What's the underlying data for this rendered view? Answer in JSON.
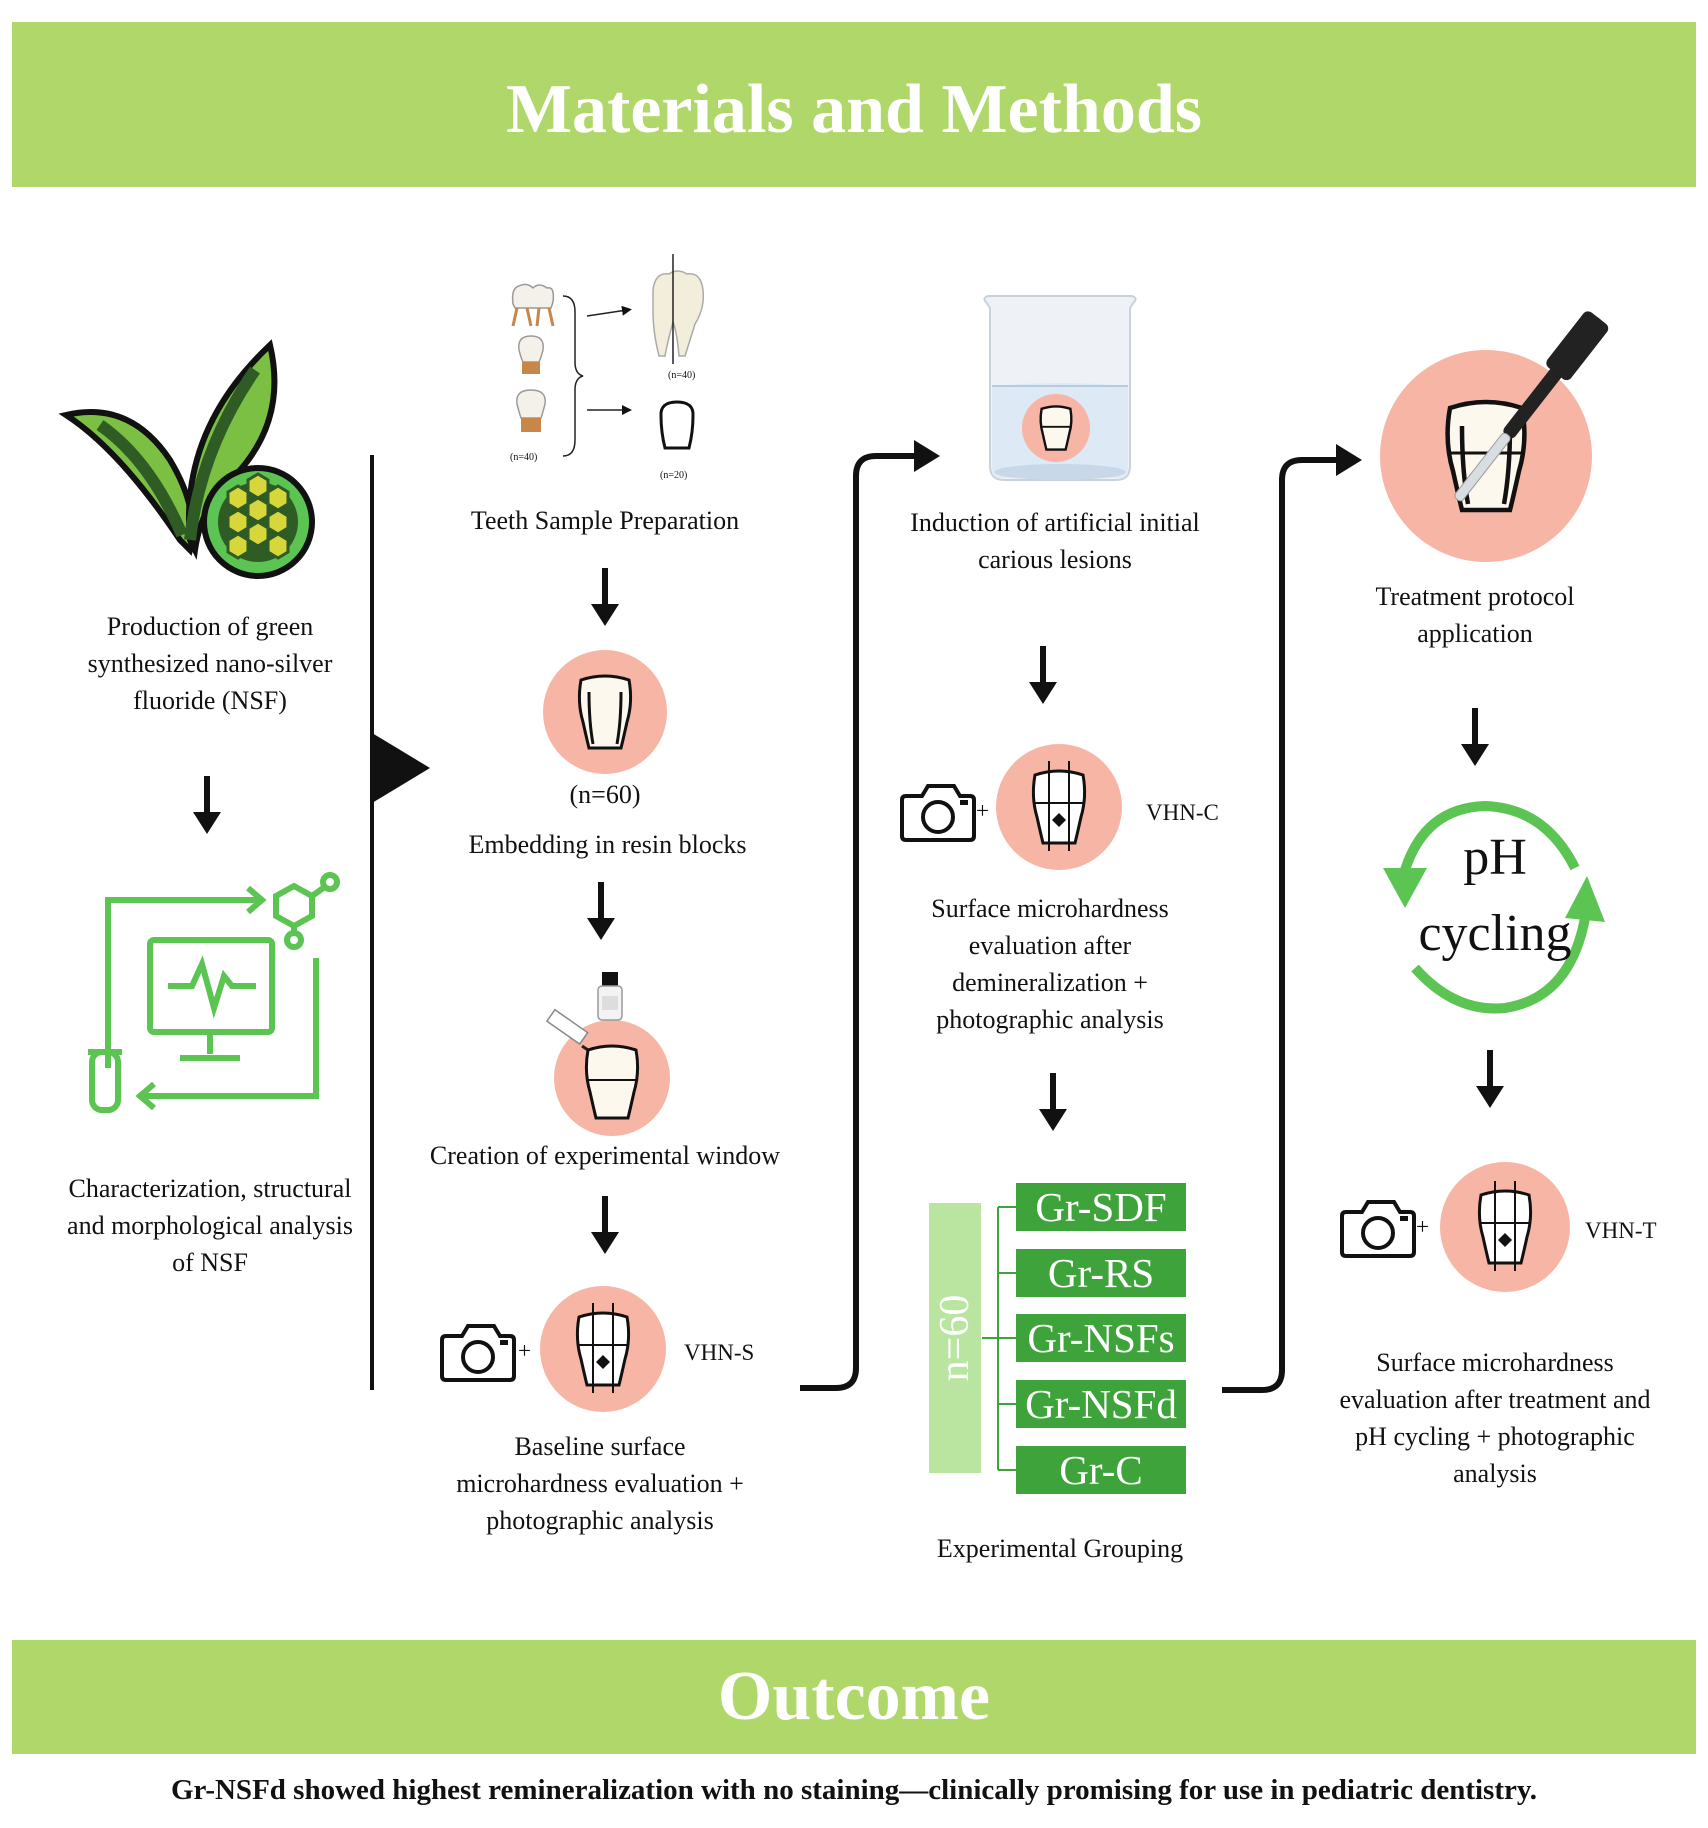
{
  "header": {
    "title": "Materials and Methods"
  },
  "col1": {
    "nsf_label": "Production of green synthesized nano-silver fluoride (NSF)",
    "char_label": "Characterization, structural and morphological analysis of NSF"
  },
  "col2": {
    "prep_label": "Teeth Sample Preparation",
    "n40_left": "(n=40)",
    "n40_right": "(n=40)",
    "n20": "(n=20)",
    "n60": "(n=60)",
    "embed_label": "Embedding in resin blocks",
    "window_label": "Creation of experimental window",
    "vhn_s": "VHN-S",
    "baseline_label": "Baseline surface microhardness evaluation + photographic analysis"
  },
  "col3": {
    "induction_label": "Induction of artificial initial carious lesions",
    "vhn_c": "VHN-C",
    "demin_label": "Surface microhardness evaluation after demineralization + photographic analysis",
    "n_total": "n=60",
    "groups": [
      "Gr-SDF",
      "Gr-RS",
      "Gr-NSFs",
      "Gr-NSFd",
      "Gr-C"
    ],
    "grouping_label": "Experimental Grouping"
  },
  "col4": {
    "treatment_label": "Treatment protocol application",
    "ph_line1": "pH",
    "ph_line2": "cycling",
    "vhn_t": "VHN-T",
    "final_label": "Surface microhardness evaluation after treatment and pH cycling + photographic analysis"
  },
  "plus": "+",
  "footer": {
    "title": "Outcome",
    "conclusion": "Gr-NSFd showed highest remineralization with no staining—clinically promising for use in pediatric dentistry."
  },
  "colors": {
    "banner_green": "#b0d76a",
    "group_green": "#3ea33a",
    "n_bar_green": "#b9e5a0",
    "circle_pink": "#f7b5a5",
    "icon_green": "#5cc452"
  }
}
